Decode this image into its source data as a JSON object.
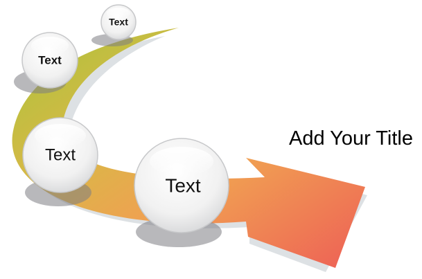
{
  "title": "Add Your Title",
  "bubbles": [
    {
      "label": "Text"
    },
    {
      "label": "Text"
    },
    {
      "label": "Text"
    },
    {
      "label": "Text"
    }
  ],
  "colors": {
    "arrow_start": "#a8c43a",
    "arrow_mid": "#f0a052",
    "arrow_end": "#ee5f56",
    "shadow": "#d8dde0",
    "bubble_fill": "#f2f2f2",
    "bubble_shade": "#7d7d84"
  }
}
